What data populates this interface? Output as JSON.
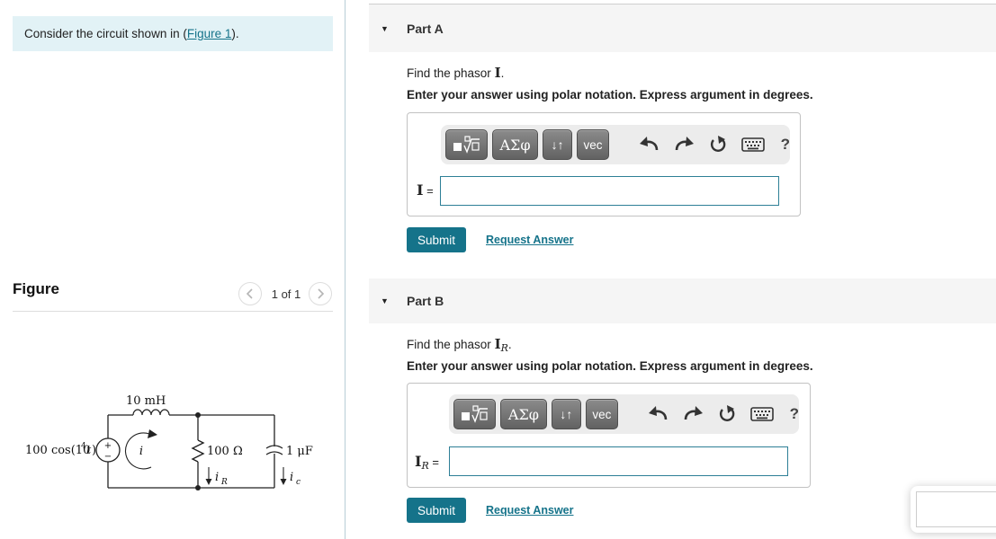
{
  "intro": {
    "prefix": "Consider the circuit shown in (",
    "link_text": "Figure 1",
    "suffix": ")."
  },
  "figure": {
    "title": "Figure",
    "pager_label": "1 of 1",
    "circuit": {
      "inductor_label": "10 mH",
      "source_coeff": "100 cos(10",
      "source_exp": "4",
      "source_var": "t",
      "source_close": ")",
      "source_plus": "+",
      "source_minus": "−",
      "loop_current": "i",
      "resistor_label": "100 Ω",
      "resistor_current_var": "i",
      "resistor_current_sub": "R",
      "capacitor_label": "1 μF",
      "capacitor_current_var": "i",
      "capacitor_current_sub": "c"
    }
  },
  "toolbar": {
    "greek_label": "ΑΣφ",
    "updown_label": "↓↑",
    "vec_label": "vec",
    "help_label": "?"
  },
  "parts": [
    {
      "collapse_icon": "▼",
      "label": "Part A",
      "question_prefix": "Find the phasor ",
      "symbol": "I",
      "symbol_sub": "",
      "question_suffix": ".",
      "instruction": "Enter your answer using polar notation. Express argument in degrees.",
      "answer_symbol": "I",
      "answer_sub": "",
      "equals": " = ",
      "submit_label": "Submit",
      "request_answer_label": "Request Answer"
    },
    {
      "collapse_icon": "▼",
      "label": "Part B",
      "question_prefix": "Find the phasor ",
      "symbol": "I",
      "symbol_sub": "R",
      "question_suffix": ".",
      "instruction": "Enter your answer using polar notation. Express argument in degrees.",
      "answer_symbol": "I",
      "answer_sub": "R",
      "equals": " = ",
      "submit_label": "Submit",
      "request_answer_label": "Request Answer"
    }
  ],
  "colors": {
    "accent_teal": "#15738a",
    "input_border": "#2d7f96",
    "intro_bg": "#e2f2f6",
    "header_bg": "#f5f5f5"
  }
}
